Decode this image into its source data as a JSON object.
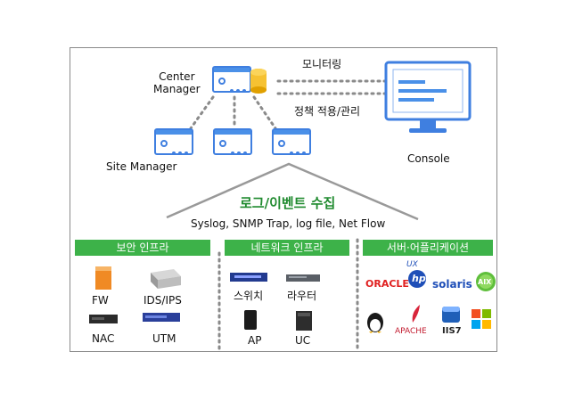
{
  "nodes": {
    "center_manager": "Center\nManager",
    "site_manager": "Site Manager",
    "console": "Console"
  },
  "links": {
    "monitoring": "모니터링",
    "policy": "정책 적용/관리"
  },
  "collection": {
    "title": "로그/이벤트 수집",
    "subtitle": "Syslog, SNMP Trap, log file, Net Flow"
  },
  "groups": {
    "security": {
      "title": "보안 인프라",
      "items": [
        "FW",
        "IDS/IPS",
        "NAC",
        "UTM"
      ]
    },
    "network": {
      "title": "네트워크 인프라",
      "items": [
        "스위치",
        "라우터",
        "AP",
        "UC"
      ]
    },
    "server": {
      "title": "서버·어플리케이션",
      "logos": [
        "ORACLE",
        "hp",
        "UX",
        "solaris",
        "AIX",
        "APACHE",
        "IIS7"
      ]
    }
  },
  "colors": {
    "accent_blue": "#3f7fe0",
    "group_green": "#3db249",
    "title_green": "#1f8a2e",
    "dotted_gray": "#888888"
  }
}
